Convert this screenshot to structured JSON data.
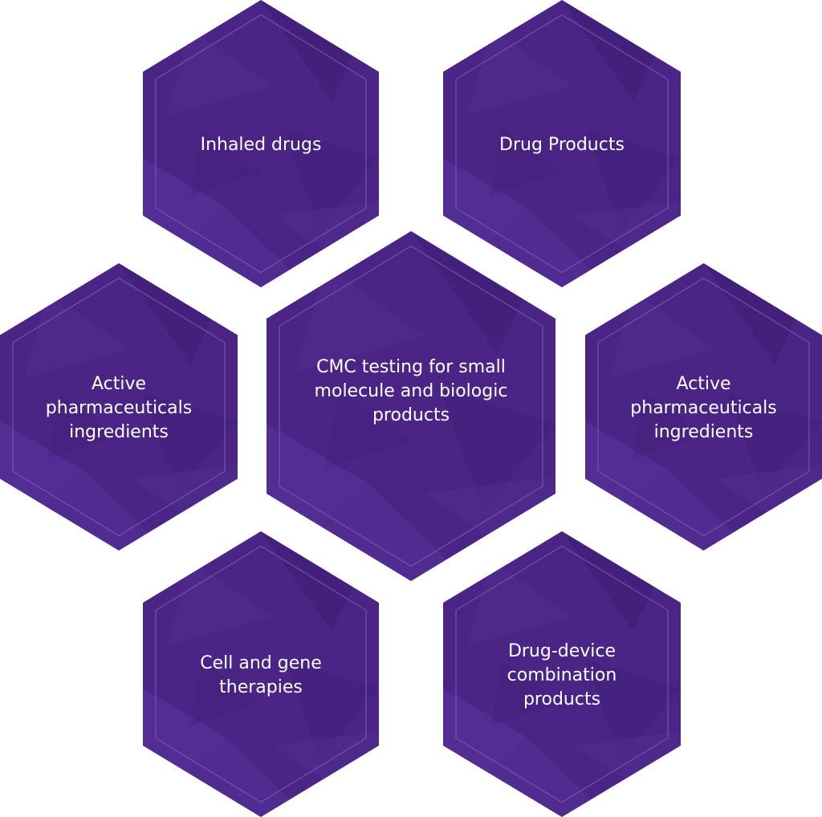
{
  "colors": {
    "hex_fill": "#4a2585",
    "hex_border": "#4b2286",
    "inner_outline": "#7a5bb0",
    "facet_light": "#5a35a0",
    "facet_dark": "#3f1d77",
    "text": "#ffffff"
  },
  "hexagons": {
    "top_left": {
      "label": "Inhaled drugs"
    },
    "top_right": {
      "label": "Drug Products"
    },
    "mid_left": {
      "label": "Active\npharmaceuticals\ningredients"
    },
    "center": {
      "label": "CMC testing for small\nmolecule and biologic\nproducts"
    },
    "mid_right": {
      "label": "Active\npharmaceuticals\ningredients"
    },
    "bottom_left": {
      "label": "Cell and gene\ntherapies"
    },
    "bottom_right": {
      "label": "Drug-device\ncombination\nproducts"
    }
  }
}
